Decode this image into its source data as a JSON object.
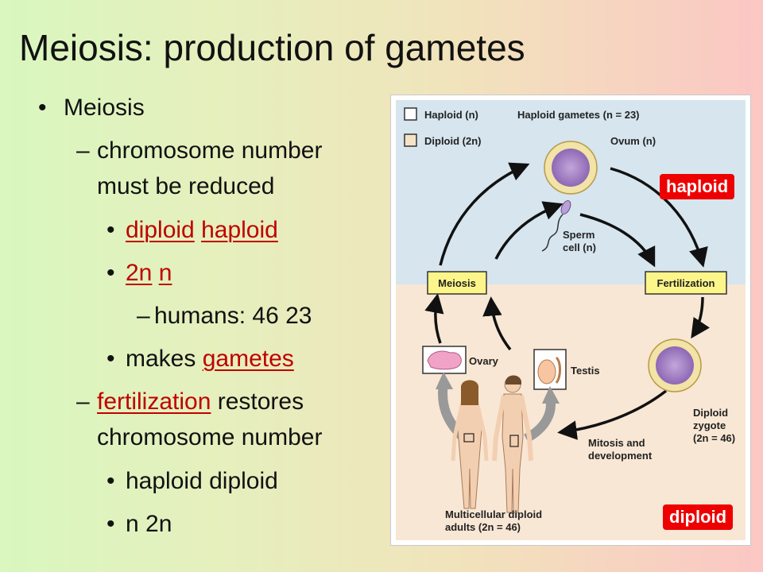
{
  "slide": {
    "title": "Meiosis: production of gametes",
    "bullets": {
      "b1": "Meiosis",
      "b1_sub1_line1": "chromosome number",
      "b1_sub1_line2": "must be reduced",
      "s1_a": "diploid",
      "s1_arrow": "",
      "s1_b": "haploid",
      "s2_a": "2n",
      "s2_arrow": "",
      "s2_b": "n",
      "s3": "humans: 46  23",
      "s4_prefix": "makes ",
      "s4_link": "gametes",
      "b2_link": "fertilization",
      "b2_rest": " restores",
      "b2_line2": "chromosome number",
      "s5": "haploid  diploid",
      "s6": "n  2n",
      "bullet": "•",
      "dash": "–"
    }
  },
  "figure": {
    "legend_haploid": "Haploid (n)",
    "legend_diploid": "Diploid (2n)",
    "haploid_gametes": "Haploid gametes (n = 23)",
    "ovum": "Ovum (n)",
    "sperm_line1": "Sperm",
    "sperm_line2": "cell (n)",
    "meiosis": "Meiosis",
    "fertilization": "Fertilization",
    "ovary": "Ovary",
    "testis": "Testis",
    "zygote_line1": "Diploid",
    "zygote_line2": "zygote",
    "zygote_line3": "(2n = 46)",
    "mitosis_line1": "Mitosis and",
    "mitosis_line2": "development",
    "adults_line1": "Multicellular diploid",
    "adults_line2": "adults (2n = 46)",
    "tag_haploid": "haploid",
    "tag_diploid": "diploid",
    "colors": {
      "haploid_bg": "#d6e5ee",
      "diploid_bg": "#f8e7d4",
      "label_box": "#fbf58a",
      "tag": "#e00000"
    }
  }
}
